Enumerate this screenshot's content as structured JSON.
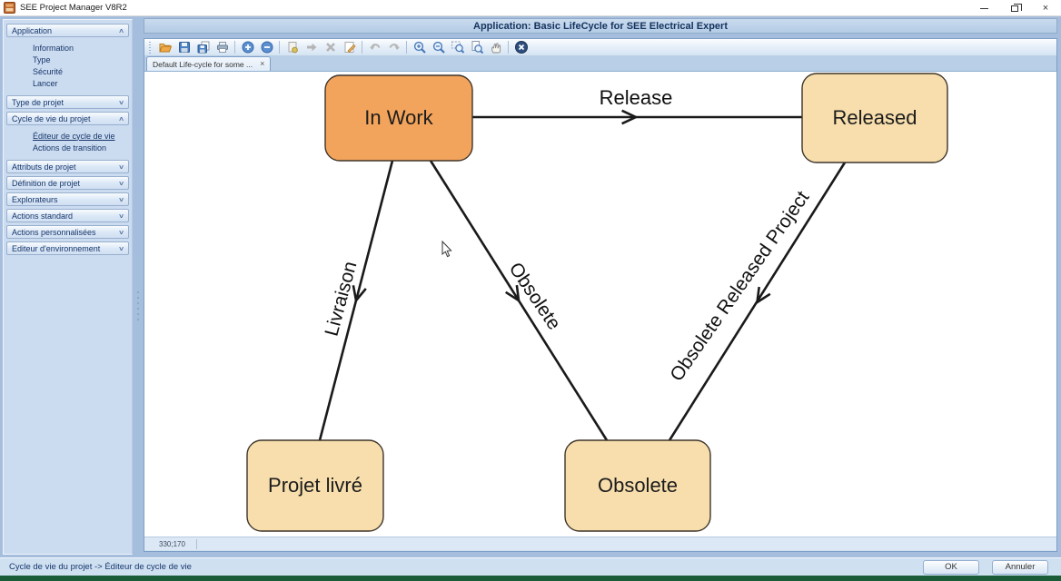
{
  "window": {
    "title": "SEE Project Manager V8R2",
    "controls": [
      "minimize",
      "restore",
      "close"
    ]
  },
  "sidebar": {
    "sections": [
      {
        "label": "Application",
        "chevron": "∧",
        "expanded": true,
        "items": [
          "Information",
          "Type",
          "Sécurité",
          "Lancer"
        ]
      },
      {
        "label": "Type de projet",
        "chevron": "∨",
        "expanded": false,
        "items": []
      },
      {
        "label": "Cycle de vie du projet",
        "chevron": "∧",
        "expanded": true,
        "items": [
          "Éditeur de cycle de vie",
          "Actions de transition"
        ],
        "active_item": "Éditeur de cycle de vie"
      },
      {
        "label": "Attributs de projet",
        "chevron": "∨",
        "expanded": false,
        "items": []
      },
      {
        "label": "Définition de projet",
        "chevron": "∨",
        "expanded": false,
        "items": []
      },
      {
        "label": "Explorateurs",
        "chevron": "∨",
        "expanded": false,
        "items": []
      },
      {
        "label": "Actions standard",
        "chevron": "∨",
        "expanded": false,
        "items": []
      },
      {
        "label": "Actions personnalisées",
        "chevron": "∨",
        "expanded": false,
        "items": []
      },
      {
        "label": "Editeur d'environnement",
        "chevron": "∨",
        "expanded": false,
        "items": []
      }
    ]
  },
  "header": {
    "title": "Application: Basic LifeCycle for SEE Electrical Expert"
  },
  "toolbar": {
    "items": [
      "open-folder",
      "save",
      "save-as",
      "print",
      "add",
      "remove",
      "check-page",
      "forward-arrow",
      "delete-x",
      "edit-pencil",
      "undo",
      "redo",
      "zoom-in",
      "zoom-out",
      "zoom-window",
      "zoom-page",
      "pan-hand",
      "close-tool"
    ]
  },
  "tabs": [
    {
      "label": "Default Life-cycle for some ...",
      "close_glyph": "×"
    }
  ],
  "diagram": {
    "nodes": [
      {
        "id": "in-work",
        "label": "In Work",
        "fill": "#F3A45C"
      },
      {
        "id": "released",
        "label": "Released",
        "fill": "#F7DEAC"
      },
      {
        "id": "projet-livre",
        "label": "Projet livré",
        "fill": "#F7DEAC"
      },
      {
        "id": "obsolete",
        "label": "Obsolete",
        "fill": "#F7DEAC"
      }
    ],
    "edges": [
      {
        "from": "in-work",
        "to": "released",
        "label": "Release"
      },
      {
        "from": "in-work",
        "to": "projet-livre",
        "label": "Livraison"
      },
      {
        "from": "in-work",
        "to": "obsolete",
        "label": "Obsolete"
      },
      {
        "from": "released",
        "to": "obsolete",
        "label": "Obsolete Released Project"
      }
    ]
  },
  "statusbar": {
    "coordinates": "330;170"
  },
  "footer": {
    "path": "Cycle de vie du projet -> Éditeur de cycle de vie",
    "ok_label": "OK",
    "cancel_label": "Annuler"
  },
  "colors": {
    "node_orange": "#F3A45C",
    "node_tan": "#F7DEAC",
    "node_border": "#3d342a",
    "panel_blue": "#cfe0f2",
    "accent_navy": "#16366b",
    "footer_green": "#1a5c38"
  }
}
